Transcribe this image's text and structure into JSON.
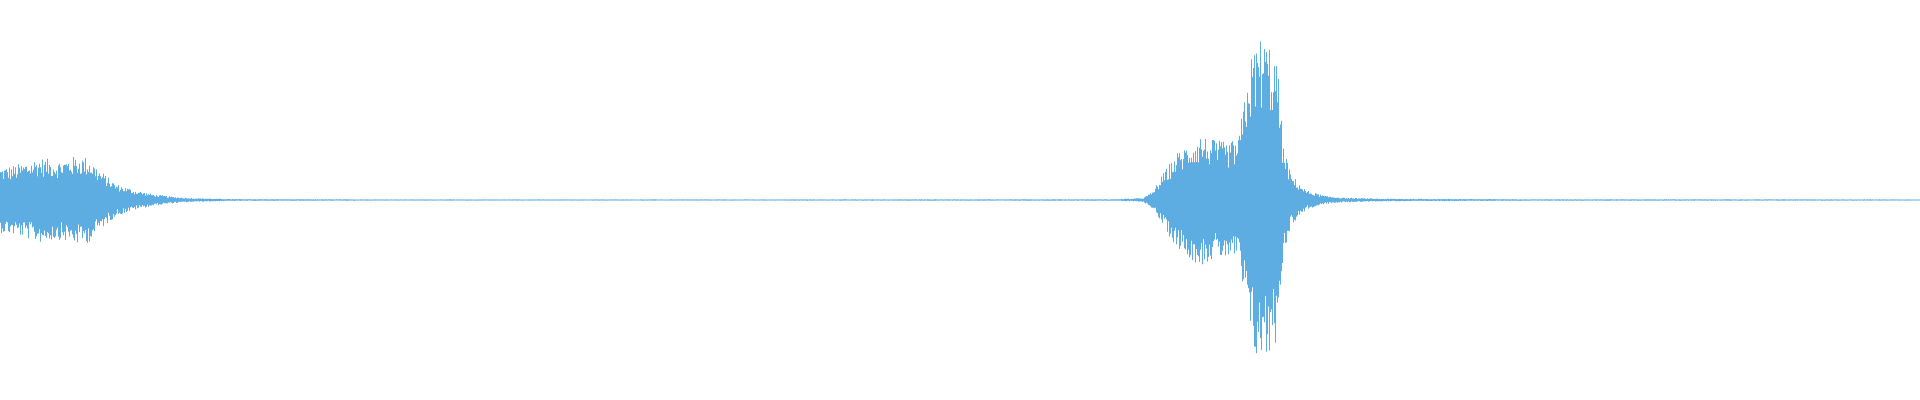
{
  "waveform": {
    "color": "#5dade2",
    "background": "#ffffff",
    "duration_fraction_domain": [
      0,
      1
    ],
    "baseline_level": 0.004,
    "envelope": [
      [
        0.0,
        0.2
      ],
      [
        0.01,
        0.22
      ],
      [
        0.02,
        0.26
      ],
      [
        0.03,
        0.24
      ],
      [
        0.04,
        0.27
      ],
      [
        0.046,
        0.26
      ],
      [
        0.052,
        0.18
      ],
      [
        0.06,
        0.1
      ],
      [
        0.07,
        0.06
      ],
      [
        0.08,
        0.035
      ],
      [
        0.09,
        0.02
      ],
      [
        0.1,
        0.012
      ],
      [
        0.12,
        0.006
      ],
      [
        0.2,
        0.004
      ],
      [
        0.4,
        0.004
      ],
      [
        0.58,
        0.005
      ],
      [
        0.595,
        0.012
      ],
      [
        0.6,
        0.05
      ],
      [
        0.605,
        0.15
      ],
      [
        0.612,
        0.28
      ],
      [
        0.62,
        0.36
      ],
      [
        0.625,
        0.4
      ],
      [
        0.63,
        0.37
      ],
      [
        0.64,
        0.35
      ],
      [
        0.645,
        0.38
      ],
      [
        0.65,
        0.82
      ],
      [
        0.655,
        1.0
      ],
      [
        0.66,
        0.98
      ],
      [
        0.665,
        0.85
      ],
      [
        0.668,
        0.35
      ],
      [
        0.672,
        0.16
      ],
      [
        0.68,
        0.06
      ],
      [
        0.69,
        0.025
      ],
      [
        0.7,
        0.014
      ],
      [
        0.72,
        0.008
      ],
      [
        0.8,
        0.005
      ],
      [
        1.0,
        0.004
      ]
    ]
  }
}
